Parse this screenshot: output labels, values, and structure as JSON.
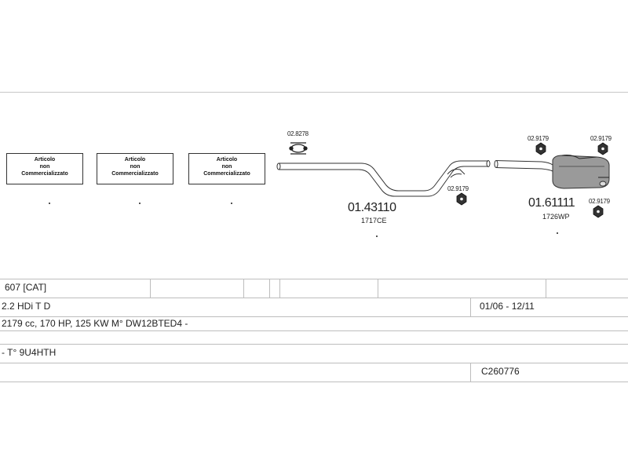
{
  "boxes": [
    {
      "line1": "Articolo",
      "line2": "non",
      "line3": "Commercializzato"
    },
    {
      "line1": "Articolo",
      "line2": "non",
      "line3": "Commercializzato"
    },
    {
      "line1": "Articolo",
      "line2": "non",
      "line3": "Commercializzato"
    }
  ],
  "parts": {
    "middle_pipe": {
      "code": "01.43110",
      "ref": "1717CE"
    },
    "rear_muffler": {
      "code": "01.61111",
      "ref": "1726WP"
    }
  },
  "fittings": {
    "clamp_top": "02.8278",
    "rubber_mid": "02.9179",
    "rubber_rear_left": "02.9179",
    "rubber_rear_right": "02.9179",
    "rubber_rear_bottom": "02.9179"
  },
  "vehicle": {
    "model": "607  [CAT]",
    "engine": "2.2 HDi T D",
    "dates": "01/06 - 12/11",
    "specs": "2179 cc, 170 HP, 125 KW M° DW12BTED4 -",
    "type": "- T° 9U4HTH",
    "code": "C260776"
  }
}
